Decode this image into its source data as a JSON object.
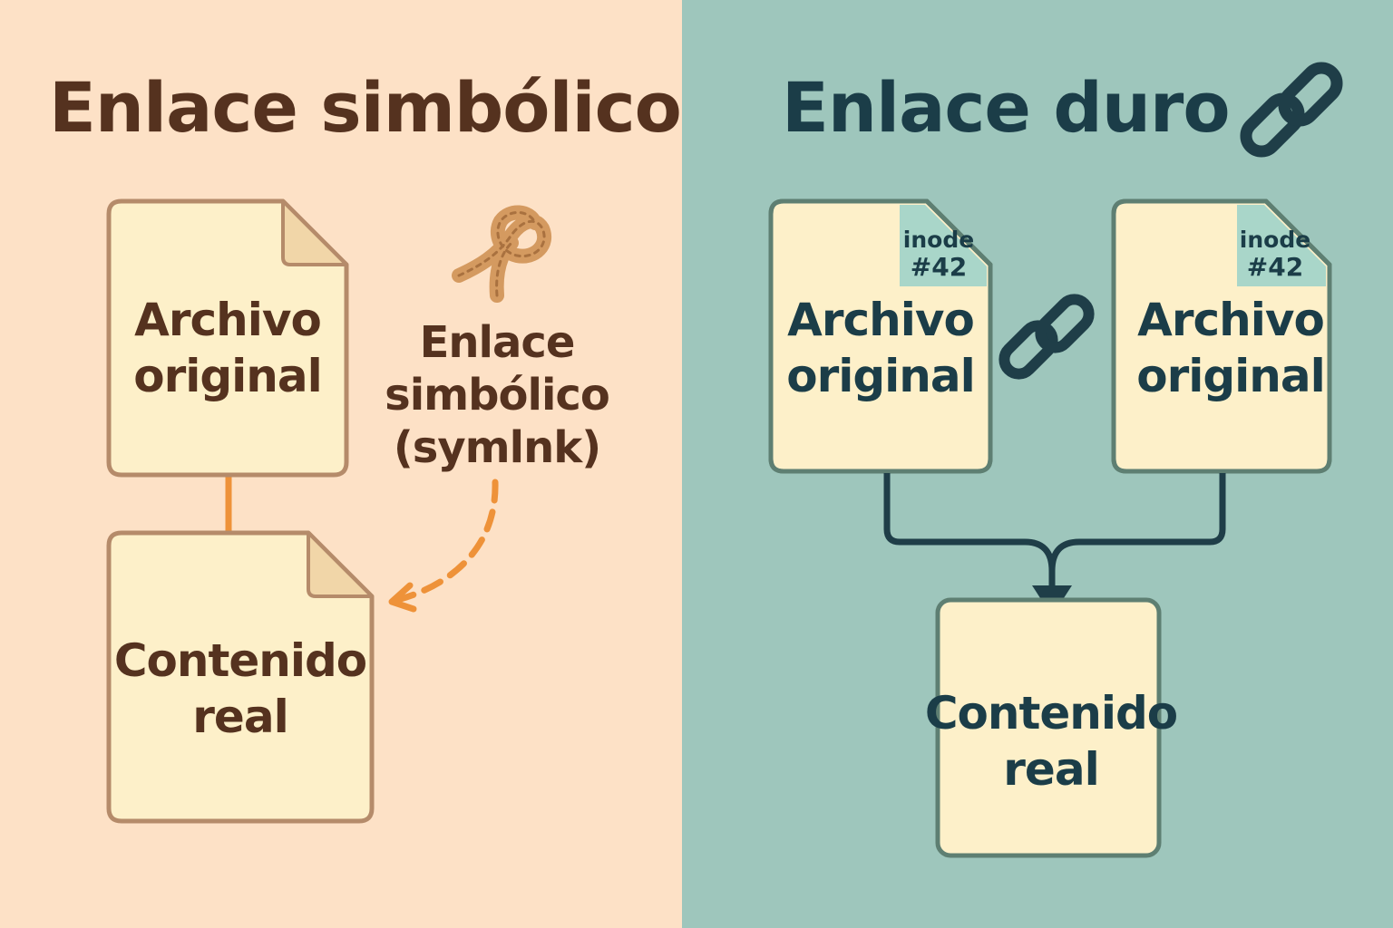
{
  "colors": {
    "left_bg": "#fde1c6",
    "right_bg": "#9ec6bc",
    "left_text": "#55321f",
    "right_text": "#1b3d48",
    "doc_fill": "#fdf0c9",
    "left_border": "#b58b6a",
    "right_border": "#5e7f72",
    "fold_left": "#f1d6a8",
    "inode_tab": "#a9d6c9",
    "arrow_orange": "#ee9239",
    "rope": "#d49a60",
    "connector_dark": "#1f3e48"
  },
  "left": {
    "title": "Enlace simbólico",
    "original_file": [
      "Archivo",
      "original"
    ],
    "real_content": [
      "Contenido",
      "real"
    ],
    "symlink_label": [
      "Enlace",
      "simbólico",
      "(symlnk)"
    ],
    "icon": "rope-knot-icon"
  },
  "right": {
    "title": "Enlace duro",
    "title_icon": "chain-link-icon",
    "file_a": [
      "Archivo",
      "original"
    ],
    "file_b": [
      "Archivo",
      "original"
    ],
    "inode_a": [
      "inode",
      "#42"
    ],
    "inode_b": [
      "inode",
      "#42"
    ],
    "real_content": [
      "Contenido",
      "real"
    ],
    "middle_icon": "chain-link-icon"
  }
}
